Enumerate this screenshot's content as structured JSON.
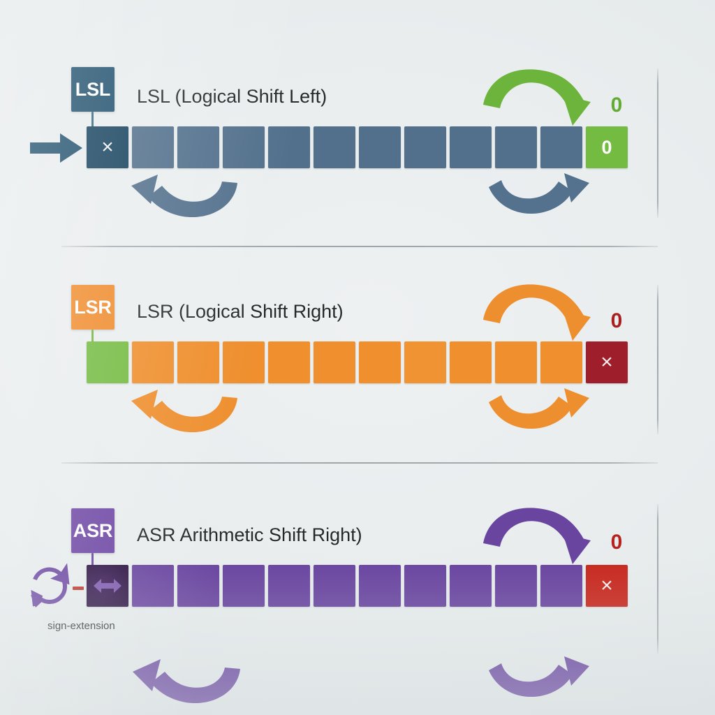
{
  "diagram": {
    "title_visible": false,
    "background_color": "#eceff0",
    "cell_count_per_row": 12
  },
  "rows": [
    {
      "id": "lsl",
      "badge_label": "LSL",
      "badge_color": "#1d4e6b",
      "title": "LSL (Logical Shift Left)",
      "accent_color": "#52708c",
      "cell_color": "#52708c",
      "lead_cell": {
        "glyph": "×",
        "icon_name": "discard-x-icon",
        "color": "#13405c"
      },
      "trail_cell": {
        "glyph": "0",
        "icon_name": "zero-fill-cell",
        "color": "#74bb41"
      },
      "end_label": "0",
      "end_label_color": "#62ac36",
      "top_arrow_color": "#6cb43c",
      "bottom_arrow_color": "#54718d",
      "feed_arrow": true,
      "feed_arrow_color": "#1d4e6b",
      "sign_extension": false
    },
    {
      "id": "lsr",
      "badge_label": "LSR",
      "badge_color": "#ef8b2c",
      "title": "LSR (Logical Shift Right)",
      "accent_color": "#ef8f2e",
      "cell_color": "#ef8f2e",
      "lead_cell": {
        "glyph": "",
        "icon_name": "zero-fill-cell",
        "color": "#74bb41"
      },
      "trail_cell": {
        "glyph": "×",
        "icon_name": "discard-x-icon",
        "color": "#9e1f2b"
      },
      "end_label": "0",
      "end_label_color": "#a8211f",
      "top_arrow_color": "#ee8f2f",
      "bottom_arrow_color": "#ee8f2f",
      "feed_arrow": false,
      "feed_arrow_color": "#ef8b2c",
      "sign_extension": false
    },
    {
      "id": "asr",
      "badge_label": "ASR",
      "badge_color": "#7049a5",
      "title": "ASR Arithmetic Shift Right)",
      "accent_color": "#6a45a0",
      "cell_color": "#6a45a0",
      "lead_cell": {
        "glyph": "↔",
        "icon_name": "sign-bit-copy-icon",
        "color": "#2d1444"
      },
      "trail_cell": {
        "glyph": "×",
        "icon_name": "discard-x-icon",
        "color": "#c8281e"
      },
      "end_label": "0",
      "end_label_color": "#b5231c",
      "top_arrow_color": "#6a45a0",
      "bottom_arrow_color": "#6a45a0",
      "feed_arrow": false,
      "feed_arrow_color": "#6a45a0",
      "sign_extension": true,
      "sign_extension_label": "sign-extension",
      "sign_extension_icon": "cycle-refresh-icon",
      "sign_dash_color": "#b9342c"
    }
  ],
  "dividers": {
    "horizontal_count": 2,
    "vertical_count": 3,
    "color": "#a5adb1"
  }
}
